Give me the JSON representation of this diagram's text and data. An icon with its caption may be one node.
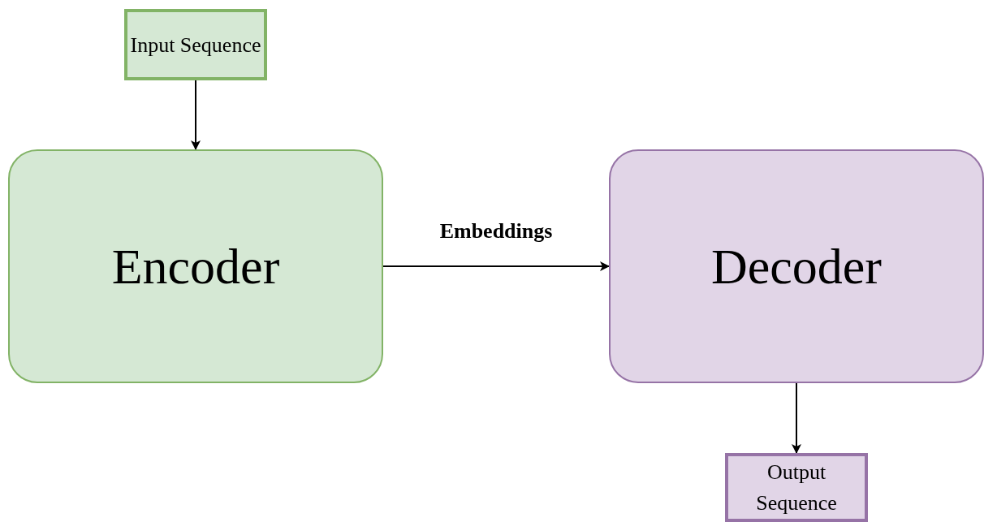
{
  "diagram": {
    "nodes": [
      {
        "text": [
          "Input Sequence"
        ]
      },
      {
        "text": [
          "Encoder"
        ]
      },
      {
        "text": [
          "Decoder"
        ]
      },
      {
        "text": [
          "Output Sequence"
        ]
      }
    ],
    "edges": [
      {
        "from": 0,
        "to": 1,
        "arrow": "to"
      },
      {
        "from": 1,
        "to": 2,
        "arrow": "to",
        "label": "Embeddings"
      },
      {
        "from": 2,
        "to": 3,
        "arrow": "to"
      }
    ]
  }
}
